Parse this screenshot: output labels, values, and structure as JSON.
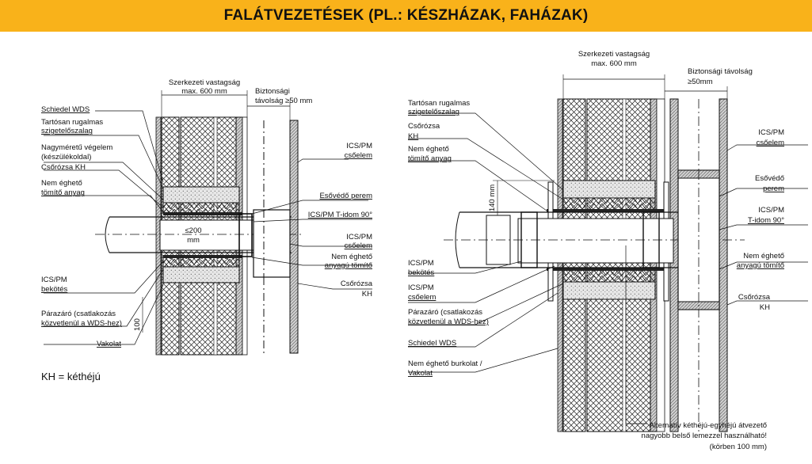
{
  "title": "FALÁTVEZETÉSEK (PL.: KÉSZHÁZAK, FAHÁZAK)",
  "left": {
    "dim_top_1": "Szerkezeti vastagság",
    "dim_top_2": "max. 600 mm",
    "safety_1": "Biztonsági",
    "safety_2": "távolság ≥50 mm",
    "labels": {
      "schiedel": "Schiedel WDS",
      "tape_1": "Tartósan rugalmas",
      "tape_2": "szigetelőszalag",
      "endel_1": "Nagyméretű végelem",
      "endel_2": "(készülékoldal)",
      "csorozsa": "Csőrózsa KH",
      "nemeg_1": "Nem éghető",
      "nemeg_2": "tömítő anyag",
      "icspm_1": "ICS/PM",
      "icspm_2": "csőelem",
      "esovedo": "Esővédő perem",
      "tidom": "ICS/PM T-idom 90°",
      "le200_1": "≤200",
      "le200_2": "mm",
      "icspm_b_1": "ICS/PM",
      "icspm_b_2": "csőelem",
      "nemeg_b_1": "Nem éghető",
      "nemeg_b_2": "anyagú tömítő",
      "bekotes_1": "ICS/PM",
      "bekotes_2": "bekötés",
      "csorozsa_b_1": "Csőrózsa",
      "csorozsa_b_2": "KH",
      "parazaro_1": "Párazáró (csatlakozás",
      "parazaro_2": "közvetlenül a WDS-hez)",
      "dim_100": "100",
      "vakolat": "Vakolat"
    }
  },
  "legend": "KH = kéthéjú",
  "right": {
    "dim_top_1": "Szerkezeti vastagság",
    "dim_top_2": "max. 600 mm",
    "safety_1": "Biztonsági távolság",
    "safety_2": "≥50mm",
    "dim_140": "140 mm",
    "labels": {
      "tape_1": "Tartósan rugalmas",
      "tape_2": "szigetelőszalag",
      "csorozsa_1": "Csőrózsa",
      "csorozsa_2": "KH",
      "nemeg_1": "Nem éghető",
      "nemeg_2": "tömítő anyag",
      "icspm_1": "ICS/PM",
      "icspm_2": "csőelem",
      "esovedo_1": "Esővédő",
      "esovedo_2": "perem",
      "tidom_1": "ICS/PM",
      "tidom_2": "T-idom 90°",
      "bekotes_1": "ICS/PM",
      "bekotes_2": "bekötés",
      "csoelem_1": "ICS/PM",
      "csoelem_2": "csőelem",
      "nemeg_b_1": "Nem éghető",
      "nemeg_b_2": "anyagú tömítő",
      "parazaro_1": "Párazáró (csatlakozás",
      "parazaro_2": "közvetlenül a WDS-hez)",
      "schiedel": "Schiedel WDS",
      "csorozsa_b_1": "Csőrózsa",
      "csorozsa_b_2": "KH",
      "burkolat_1": "Nem éghető burkolat /",
      "burkolat_2": "Vakolat"
    },
    "note_1": "Alternatív kéthéjú-egyhéjú átvezető",
    "note_2": "nagyobb belső lemezzel használható!",
    "note_3": "(körben 100 mm)"
  },
  "colors": {
    "header": "#f9b21a",
    "ink": "#111111",
    "insulation_fill": "#e6e6e6"
  }
}
